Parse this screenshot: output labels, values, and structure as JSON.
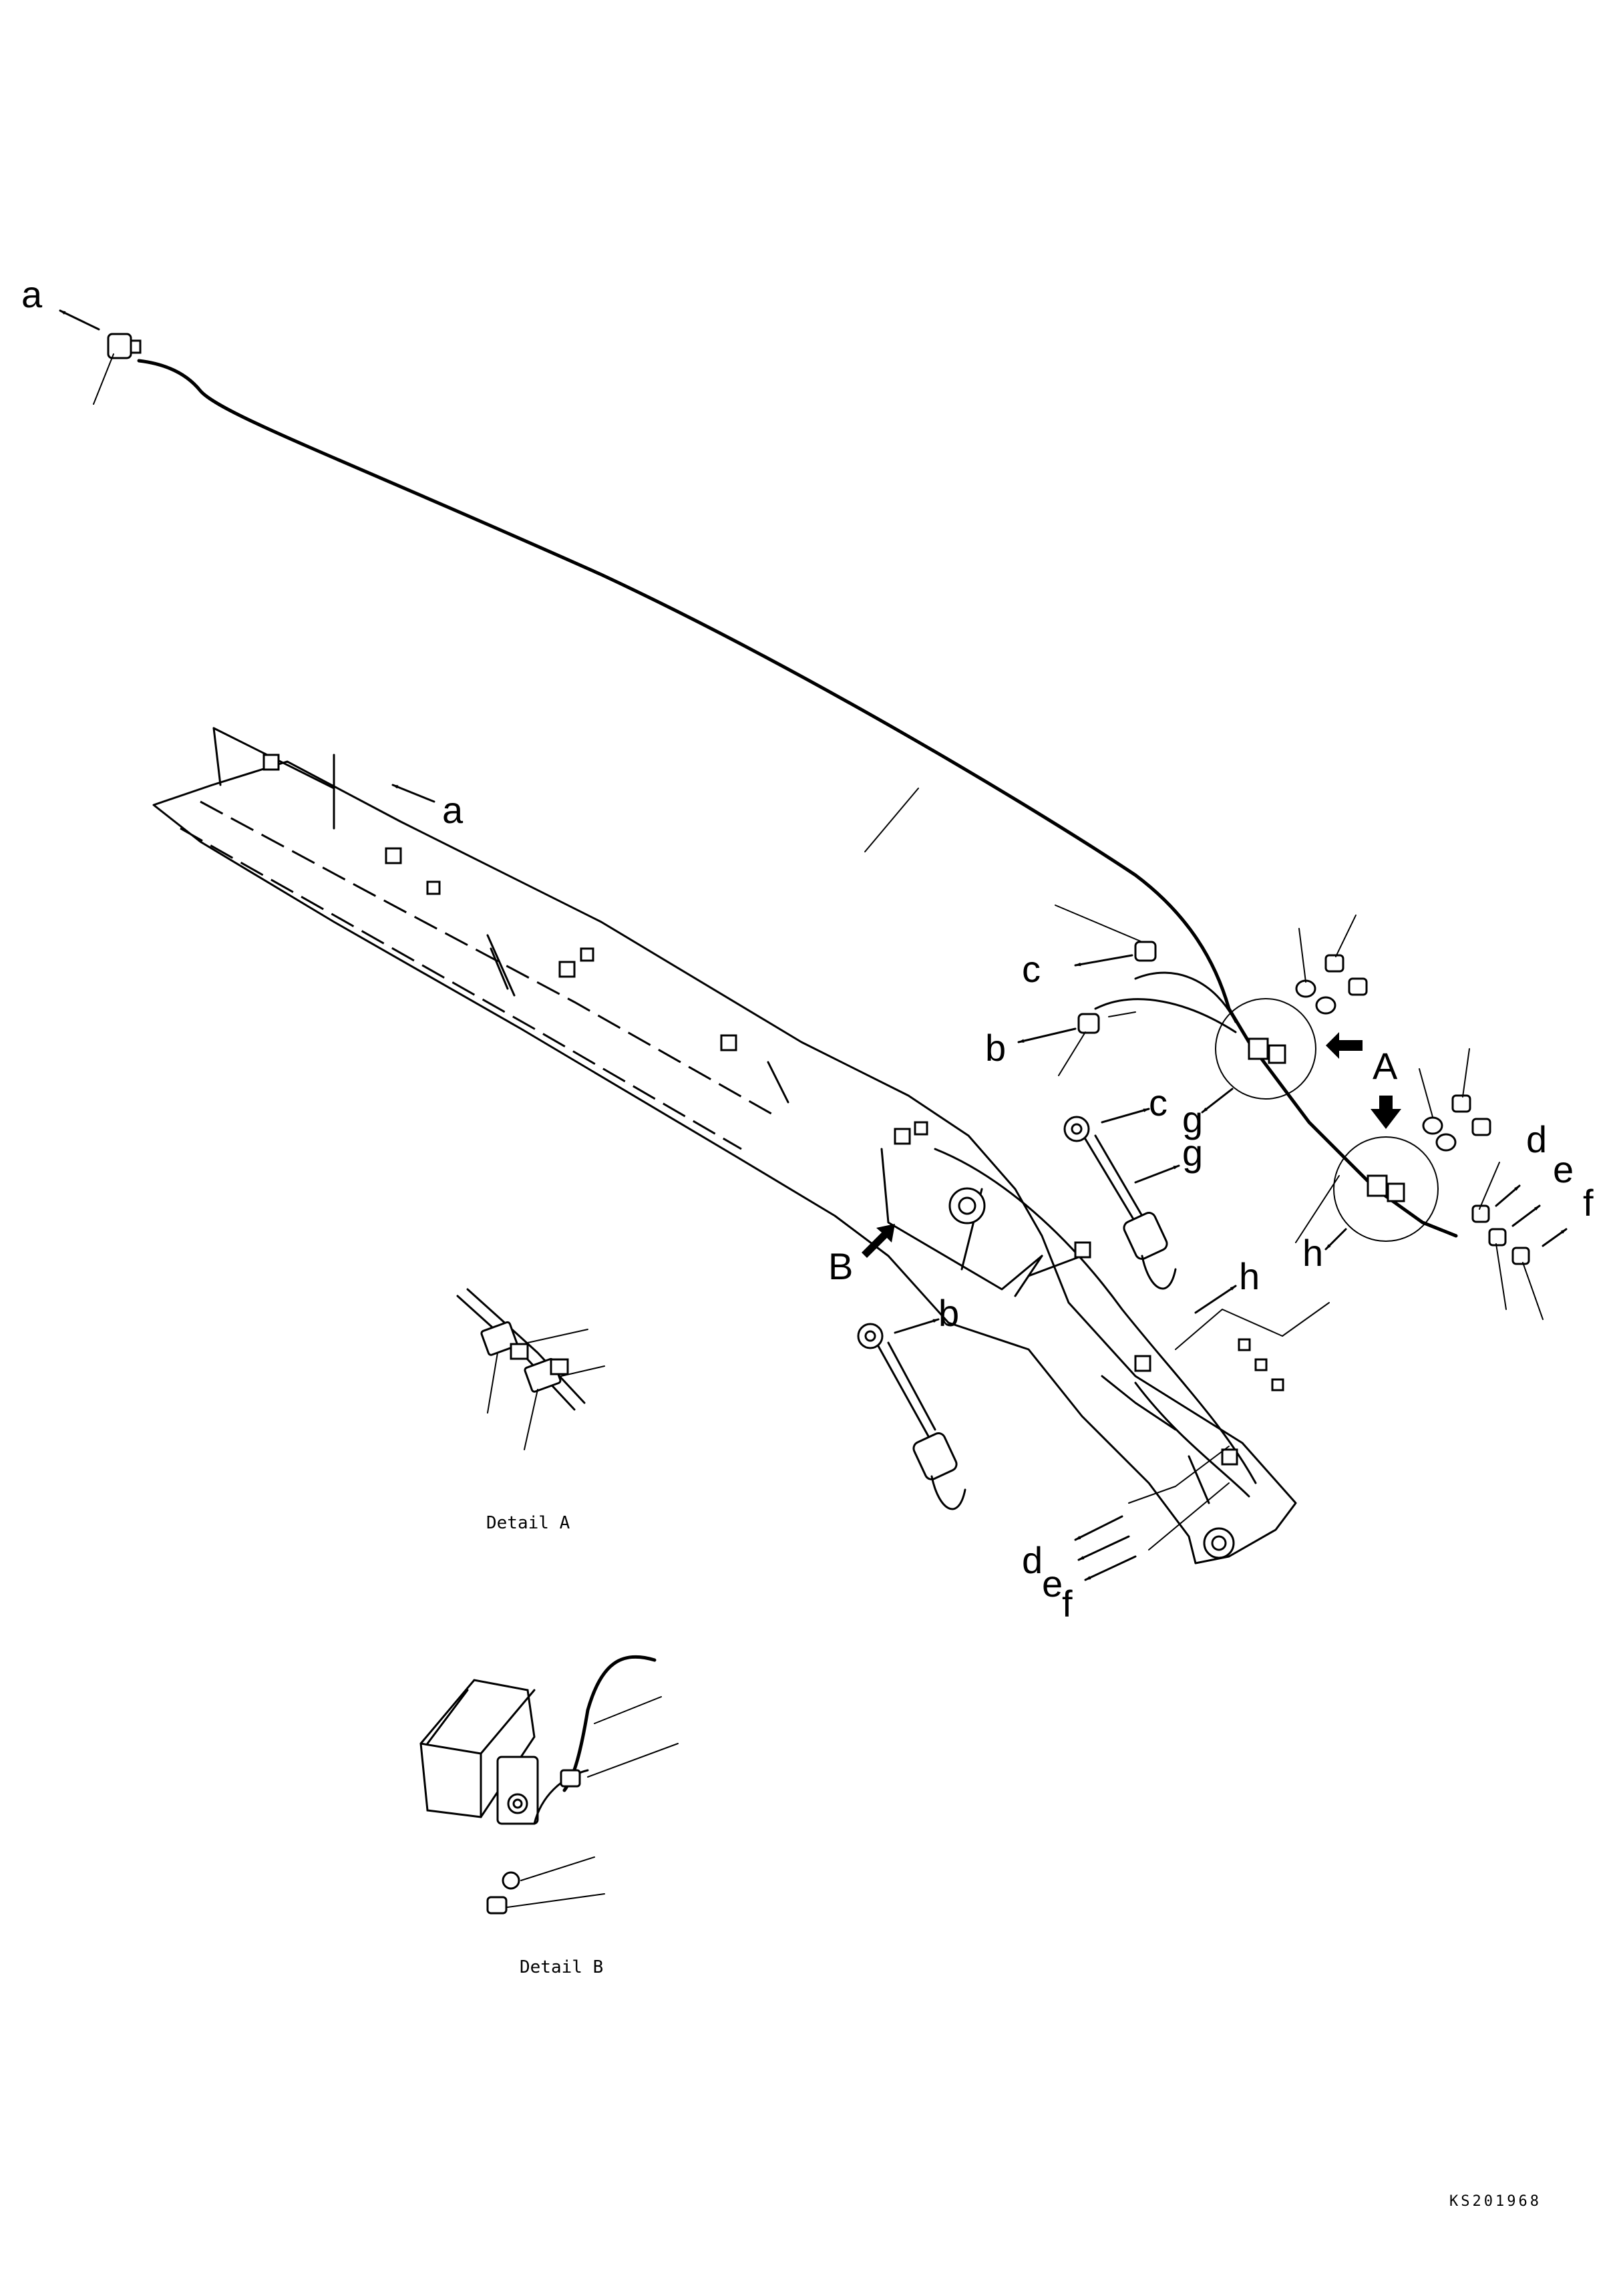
{
  "callouts": {
    "a": "a",
    "b": "b",
    "c": "c",
    "d": "d",
    "e": "e",
    "f": "f",
    "g": "g",
    "h": "h"
  },
  "views": {
    "A": "A",
    "B": "B"
  },
  "captions": {
    "detail_a": "Detail A",
    "detail_b": "Detail B"
  },
  "drawing_code": "KS201968"
}
